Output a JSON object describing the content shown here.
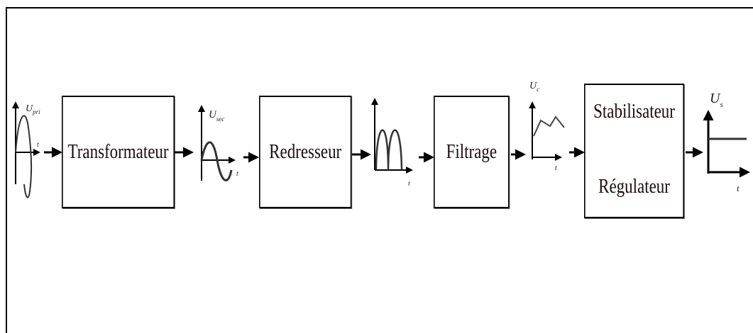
{
  "blocks": {
    "transformateur": "Transformateur",
    "redresseur": "Redresseur",
    "filtrage": "Filtrage",
    "stabilisateur": "Stabilisateur",
    "regulateur": "Régulateur"
  },
  "signals": {
    "u_pri": {
      "main": "U",
      "sub": "pri"
    },
    "u_sec": {
      "main": "U",
      "sub": "sec"
    },
    "u_c": {
      "main": "U",
      "sub": "c"
    },
    "u_s": {
      "main": "U",
      "sub": "s"
    },
    "time": "t"
  },
  "colors": {
    "stroke": "#000000",
    "text": "#1a0d0d"
  }
}
